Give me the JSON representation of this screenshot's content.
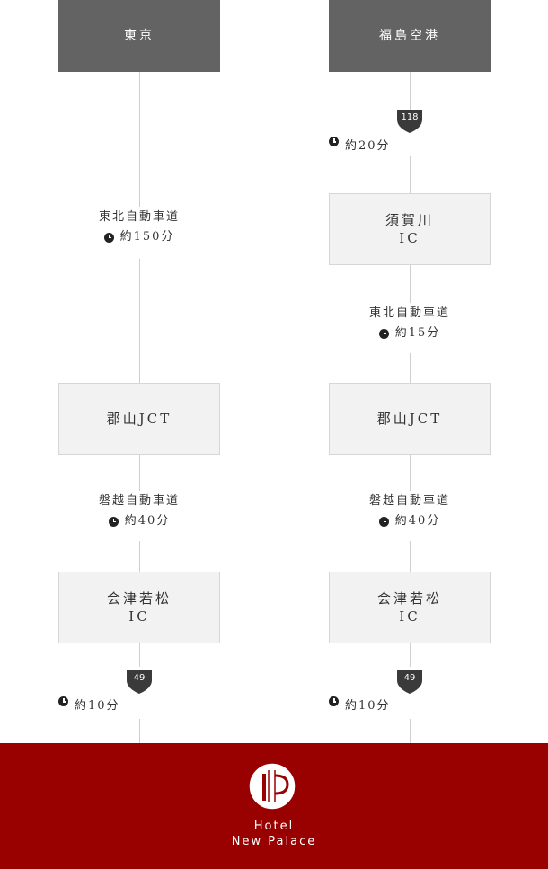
{
  "left": {
    "start": "東京",
    "seg1": {
      "road": "東北自動車道",
      "time": "約150分"
    },
    "box1": "郡山JCT",
    "seg2": {
      "road": "磐越自動車道",
      "time": "約40分"
    },
    "box2": {
      "line1": "会津若松",
      "line2": "IC"
    },
    "route": {
      "number": "49",
      "time": "約10分"
    }
  },
  "right": {
    "start": "福島空港",
    "route1": {
      "number": "118",
      "time": "約20分"
    },
    "box1": {
      "line1": "須賀川",
      "line2": "IC"
    },
    "seg1": {
      "road": "東北自動車道",
      "time": "約15分"
    },
    "box2": "郡山JCT",
    "seg2": {
      "road": "磐越自動車道",
      "time": "約40分"
    },
    "box3": {
      "line1": "会津若松",
      "line2": "IC"
    },
    "route2": {
      "number": "49",
      "time": "約10分"
    }
  },
  "footer": {
    "line1": "Hotel",
    "line2": "New Palace"
  },
  "colors": {
    "start_box": "#636363",
    "step_box": "#f2f2f2",
    "footer": "#990000",
    "connector": "#cfcfcf"
  },
  "icons": {
    "time": "clock-icon",
    "route": "route-shield-icon"
  }
}
